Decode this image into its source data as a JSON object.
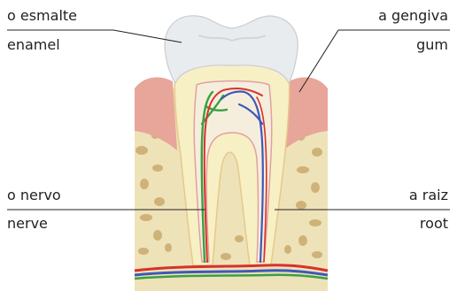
{
  "labels": {
    "enamel": {
      "portuguese": "o esmalte",
      "english": "enamel"
    },
    "gum": {
      "portuguese": "a gengiva",
      "english": "gum"
    },
    "nerve": {
      "portuguese": "o nervo",
      "english": "nerve"
    },
    "root": {
      "portuguese": "a raiz",
      "english": "root"
    }
  },
  "colors": {
    "enamel": "#e9ecef",
    "dentin": "#f7f0c4",
    "pulp": "#f6eedd",
    "gum": "#e8a59a",
    "bone": "#eee2b9",
    "bone_spots": "#c9aa6c",
    "artery": "#d7312c",
    "vein": "#3f59b8",
    "nerve": "#3aa042",
    "leader_line": "#231f20"
  }
}
